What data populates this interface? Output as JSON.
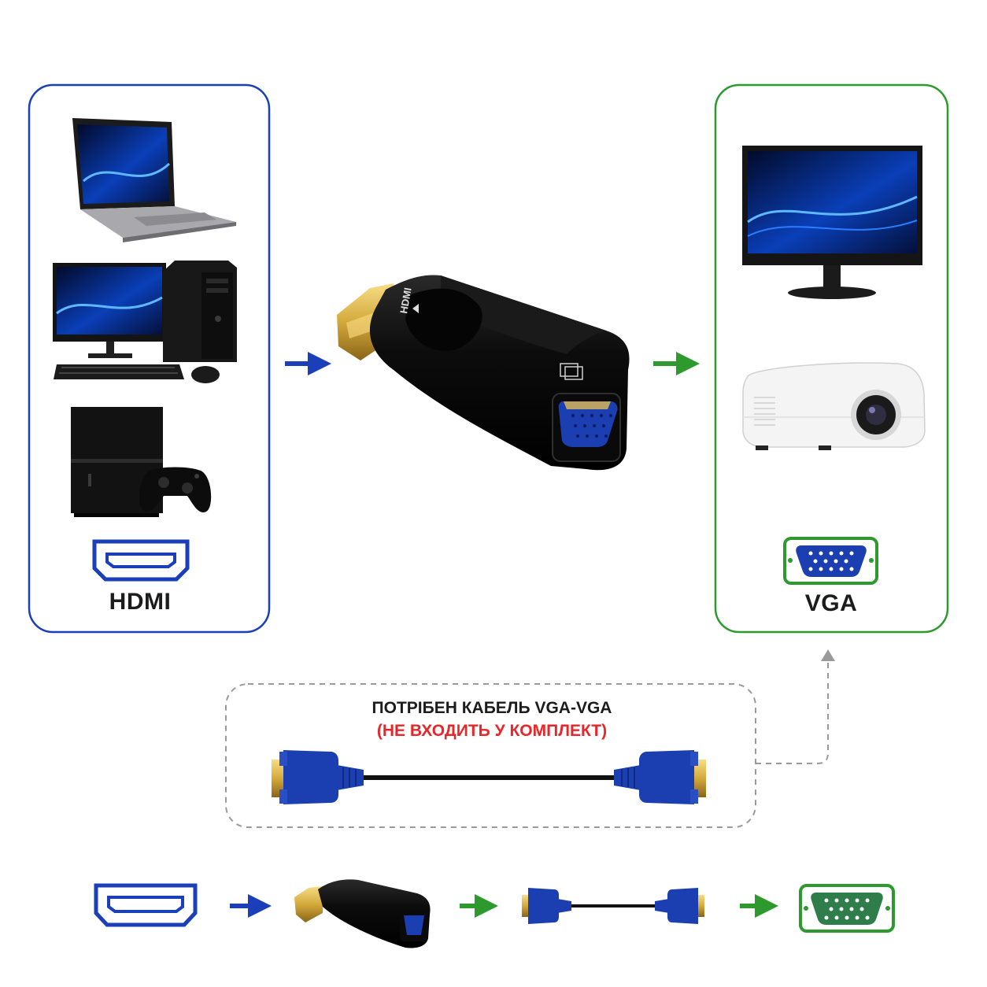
{
  "source_panel": {
    "devices": [
      "laptop-icon",
      "desktop-pc-icon",
      "game-console-icon"
    ],
    "port_label": "HDMI",
    "border_color": "#1a3fb8"
  },
  "adapter": {
    "input_marking": "HDMI",
    "body_color": "#0b0b0b",
    "vga_port_color": "#1b3fb0"
  },
  "target_panel": {
    "devices": [
      "monitor-icon",
      "projector-icon"
    ],
    "port_label": "VGA",
    "border_color": "#2e9a2e"
  },
  "cable_note": {
    "line1": "ПОТРІБЕН КАБЕЛЬ VGA-VGA",
    "line2": "(НЕ ВХОДИТЬ У КОМПЛЕКТ)",
    "line2_color": "#e8262a"
  },
  "flow_steps": [
    "hdmi-port-icon",
    "adapter-icon",
    "vga-cable-icon",
    "vga-port-icon"
  ],
  "colors": {
    "blue_arrow": "#1a3fb8",
    "green_arrow": "#2e9a2e",
    "screen_blue": "#0a4fd1"
  }
}
